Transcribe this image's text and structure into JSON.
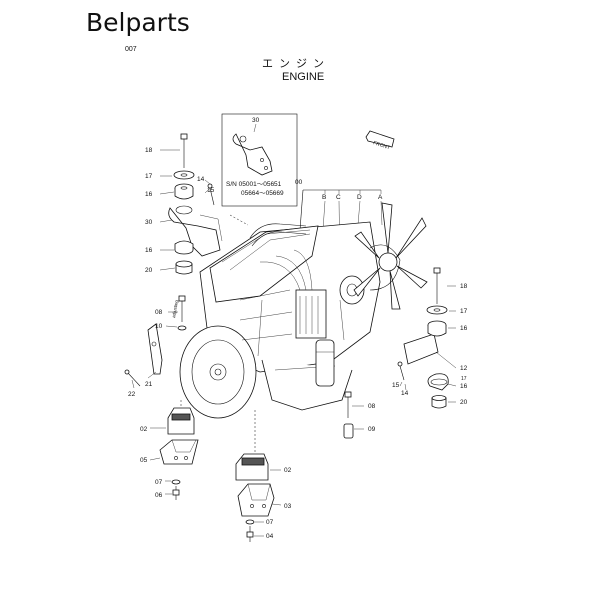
{
  "header": {
    "brand": "Belparts",
    "page_code": "007",
    "title_jp": "エンジン",
    "title_en": "ENGINE"
  },
  "inset": {
    "part_no": "30",
    "sn_line1": "S/N  05001〜05651",
    "sn_line2": "05664〜05669"
  },
  "direction_label": "FRONT",
  "callouts": {
    "c00": "00",
    "cA": "A",
    "cB": "B",
    "cC": "C",
    "cD": "D",
    "c18a": "18",
    "c17a": "17",
    "c16a": "16",
    "c14a": "14",
    "c15a": "15",
    "c30": "30",
    "c16b": "16",
    "c20a": "20",
    "c08a": "08",
    "c10": "10",
    "c21": "21",
    "c22": "22",
    "c18b": "18",
    "c17b": "17",
    "c16c": "16",
    "c12": "12",
    "c15b": "15",
    "c14b": "14",
    "c16d": "16",
    "c17c": "17",
    "c20b": "20",
    "c08b": "08",
    "c09": "09",
    "c02a": "02",
    "c05": "05",
    "c07a": "07",
    "c06": "06",
    "c02b": "02",
    "c03": "03",
    "c07b": "07",
    "c04": "04"
  }
}
